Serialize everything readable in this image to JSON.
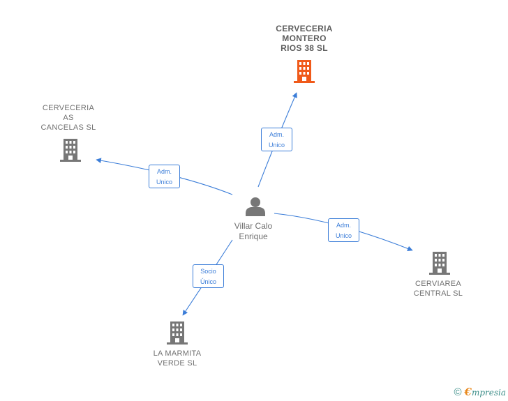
{
  "diagram": {
    "center": {
      "name": "Villar Calo\nEnrique",
      "icon": "person-icon"
    },
    "companies": [
      {
        "id": "montero",
        "name": "CERVECERIA\nMONTERO\nRIOS 38  SL",
        "highlight": true,
        "color": "#f05a1a",
        "icon": "building-icon"
      },
      {
        "id": "ascancelas",
        "name": "CERVECERIA\nAS\nCANCELAS SL",
        "highlight": false,
        "color": "#777777",
        "icon": "building-icon"
      },
      {
        "id": "cerviarea",
        "name": "CERVIAREA\nCENTRAL  SL",
        "highlight": false,
        "color": "#777777",
        "icon": "building-icon"
      },
      {
        "id": "marmita",
        "name": "LA MARMITA\nVERDE SL",
        "highlight": false,
        "color": "#777777",
        "icon": "building-icon"
      }
    ],
    "edges": [
      {
        "to": "montero",
        "label": "Adm.\nUnico"
      },
      {
        "to": "ascancelas",
        "label": "Adm.\nUnico"
      },
      {
        "to": "cerviarea",
        "label": "Adm.\nUnico"
      },
      {
        "to": "marmita",
        "label": "Socio\nÚnico"
      }
    ],
    "edge_color": "#3b7dd8"
  },
  "footer": {
    "copyright_symbol": "©",
    "brand_initial": "€",
    "brand_rest": "mpresia"
  }
}
